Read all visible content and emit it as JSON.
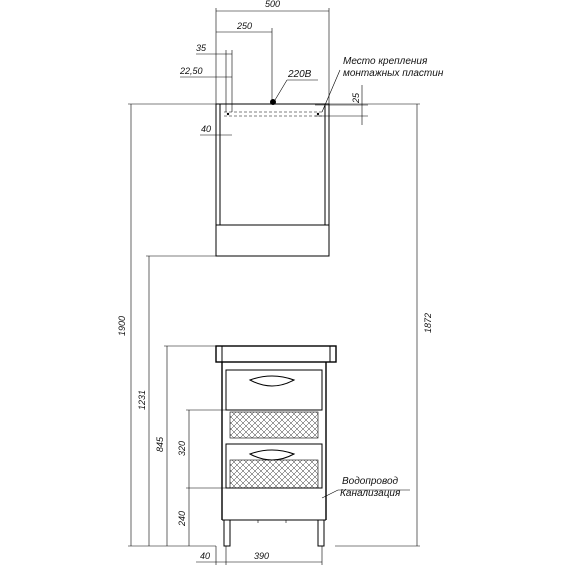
{
  "dimensions": {
    "top_width": "500",
    "center_offset": "250",
    "plate_offset_35": "35",
    "plate_offset_22_50": "22,50",
    "plate_offset_40": "40",
    "plate_height_25": "25",
    "total_height_1900": "1900",
    "height_1231": "1231",
    "height_845": "845",
    "height_320": "320",
    "height_240": "240",
    "height_1872": "1872",
    "bottom_offset_40": "40",
    "bottom_width_390": "390"
  },
  "labels": {
    "power": "220В",
    "mounting_line1": "Место крепления",
    "mounting_line2": "монтажных пластин",
    "water_supply": "Водопровод",
    "sewer": "Канализация"
  }
}
